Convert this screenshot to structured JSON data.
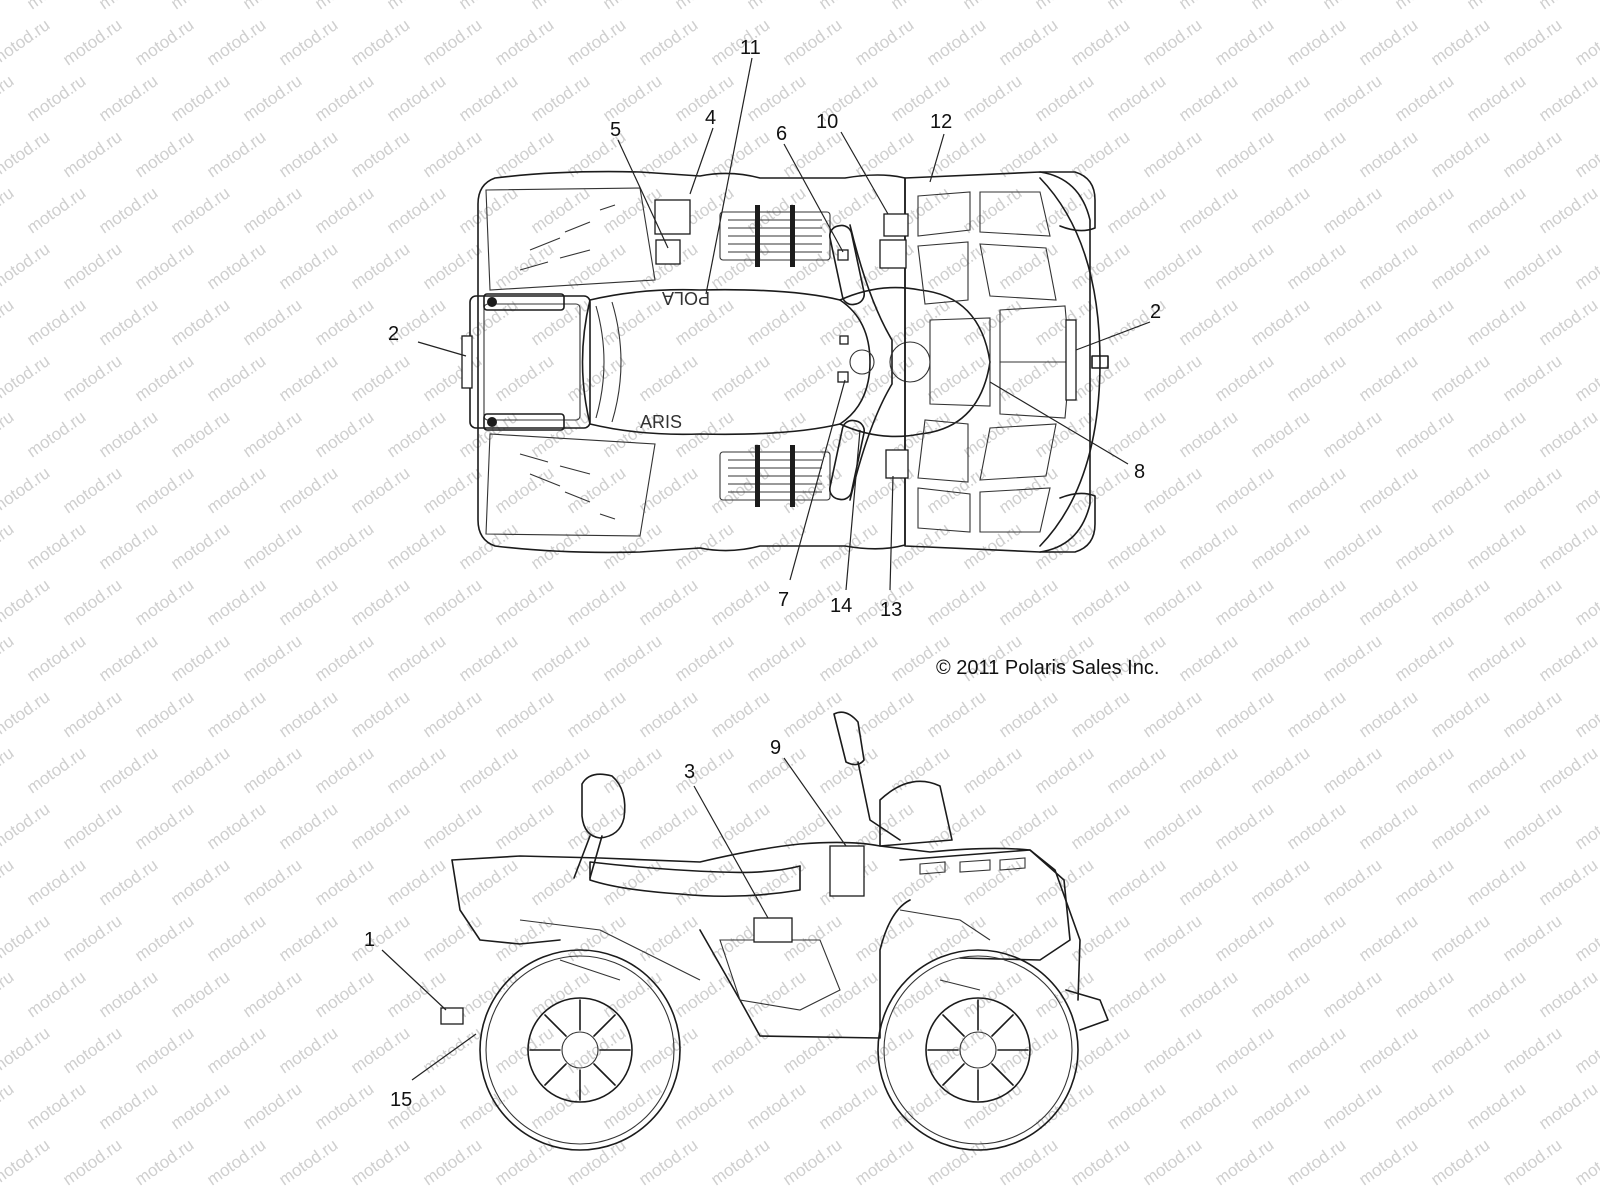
{
  "watermark": {
    "text": "motod.ru"
  },
  "copyright": "© 2011 Polaris Sales Inc.",
  "top_view": {
    "brand_mark_front": "POLA",
    "brand_mark_rear": "ARIS"
  },
  "callouts": [
    {
      "id": "c11",
      "label": "11"
    },
    {
      "id": "c5",
      "label": "5"
    },
    {
      "id": "c4",
      "label": "4"
    },
    {
      "id": "c6",
      "label": "6"
    },
    {
      "id": "c10",
      "label": "10"
    },
    {
      "id": "c12",
      "label": "12"
    },
    {
      "id": "c2_left",
      "label": "2"
    },
    {
      "id": "c2_right",
      "label": "2"
    },
    {
      "id": "c8",
      "label": "8"
    },
    {
      "id": "c7",
      "label": "7"
    },
    {
      "id": "c14",
      "label": "14"
    },
    {
      "id": "c13",
      "label": "13"
    },
    {
      "id": "c3",
      "label": "3"
    },
    {
      "id": "c9",
      "label": "9"
    },
    {
      "id": "c1",
      "label": "1"
    },
    {
      "id": "c15",
      "label": "15"
    }
  ]
}
